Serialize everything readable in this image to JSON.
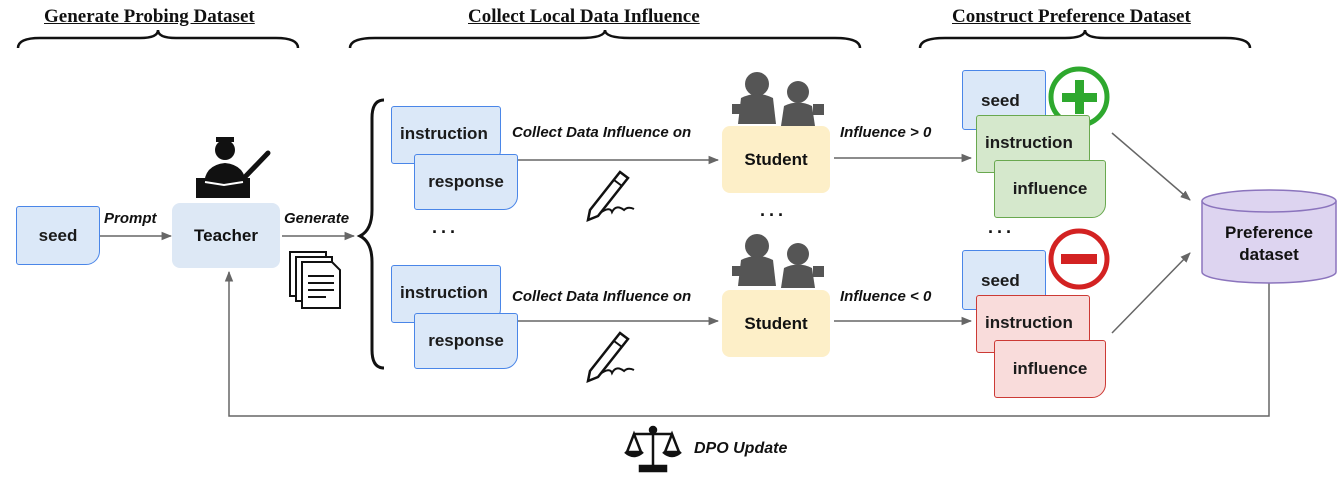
{
  "stages": {
    "generate": "Generate Probing Dataset",
    "collect": "Collect Local Data Influence",
    "construct": "Construct Preference Dataset"
  },
  "nodes": {
    "seed": "seed",
    "teacher": "Teacher",
    "student_top": "Student",
    "student_bottom": "Student",
    "preference_dataset": "Preference dataset"
  },
  "edges": {
    "prompt": "Prompt",
    "generate": "Generate",
    "collect_top": "Collect Data Influence on",
    "collect_bottom": "Collect Data Influence on",
    "influence_pos": "Influence > 0",
    "influence_neg": "Influence < 0",
    "dpo_update": "DPO Update"
  },
  "docs": {
    "instruction": "instruction",
    "response": "response",
    "seed": "seed",
    "influence": "influence"
  },
  "ellipsis": "···",
  "colors": {
    "blue_fill": "#dbe8f8",
    "green_fill": "#d5e8cc",
    "red_fill": "#f9dcdb",
    "student_fill": "#fdefc8",
    "db_fill": "#ddd4f0",
    "plus": "#2ea82e",
    "minus": "#d32222"
  },
  "icons": [
    "teacher-icon",
    "documents-icon",
    "pencil-icon",
    "children-icon",
    "plus-icon",
    "minus-icon",
    "scales-icon",
    "database-icon"
  ]
}
